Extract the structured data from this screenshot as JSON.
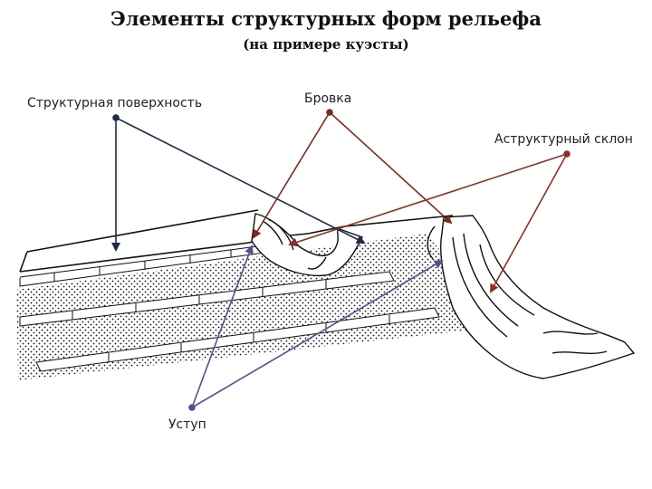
{
  "title": "Элементы структурных форм рельефа",
  "subtitle": "(на примере куэсты)",
  "labels": {
    "surface": "Структурная поверхность",
    "brovka": "Бровка",
    "slope": "Аструктурный склон",
    "ustup": "Уступ"
  },
  "colors": {
    "surface_arrow": "#1f2a4a",
    "brovka_arrow": "#7a2c20",
    "slope_arrow": "#8c2f26",
    "ustup_arrow": "#55508c",
    "line": "#111111"
  }
}
